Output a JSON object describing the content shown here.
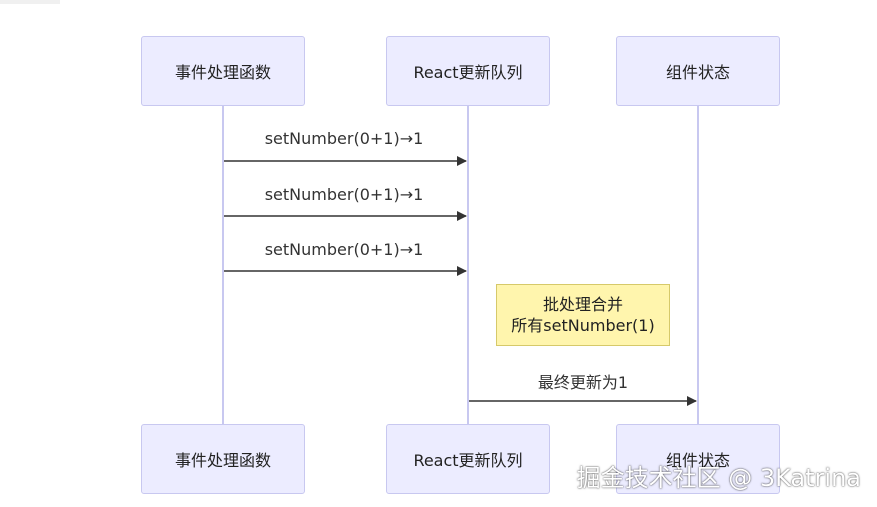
{
  "participants": [
    {
      "label": "事件处理函数"
    },
    {
      "label": "React更新队列"
    },
    {
      "label": "组件状态"
    }
  ],
  "messages": [
    {
      "text": "setNumber(0+1)→1"
    },
    {
      "text": "setNumber(0+1)→1"
    },
    {
      "text": "setNumber(0+1)→1"
    },
    {
      "text": "最终更新为1"
    }
  ],
  "note": {
    "line1": "批处理合并",
    "line2": "所有setNumber(1)"
  },
  "watermark": "掘金技术社区 @ 3Katrina",
  "colors": {
    "actor_fill": "#ececff",
    "actor_border": "#c8c8f0",
    "lifeline": "#c8c8f0",
    "arrow": "#333333",
    "note_fill": "#fff5ad",
    "note_border": "#d6c96a"
  }
}
